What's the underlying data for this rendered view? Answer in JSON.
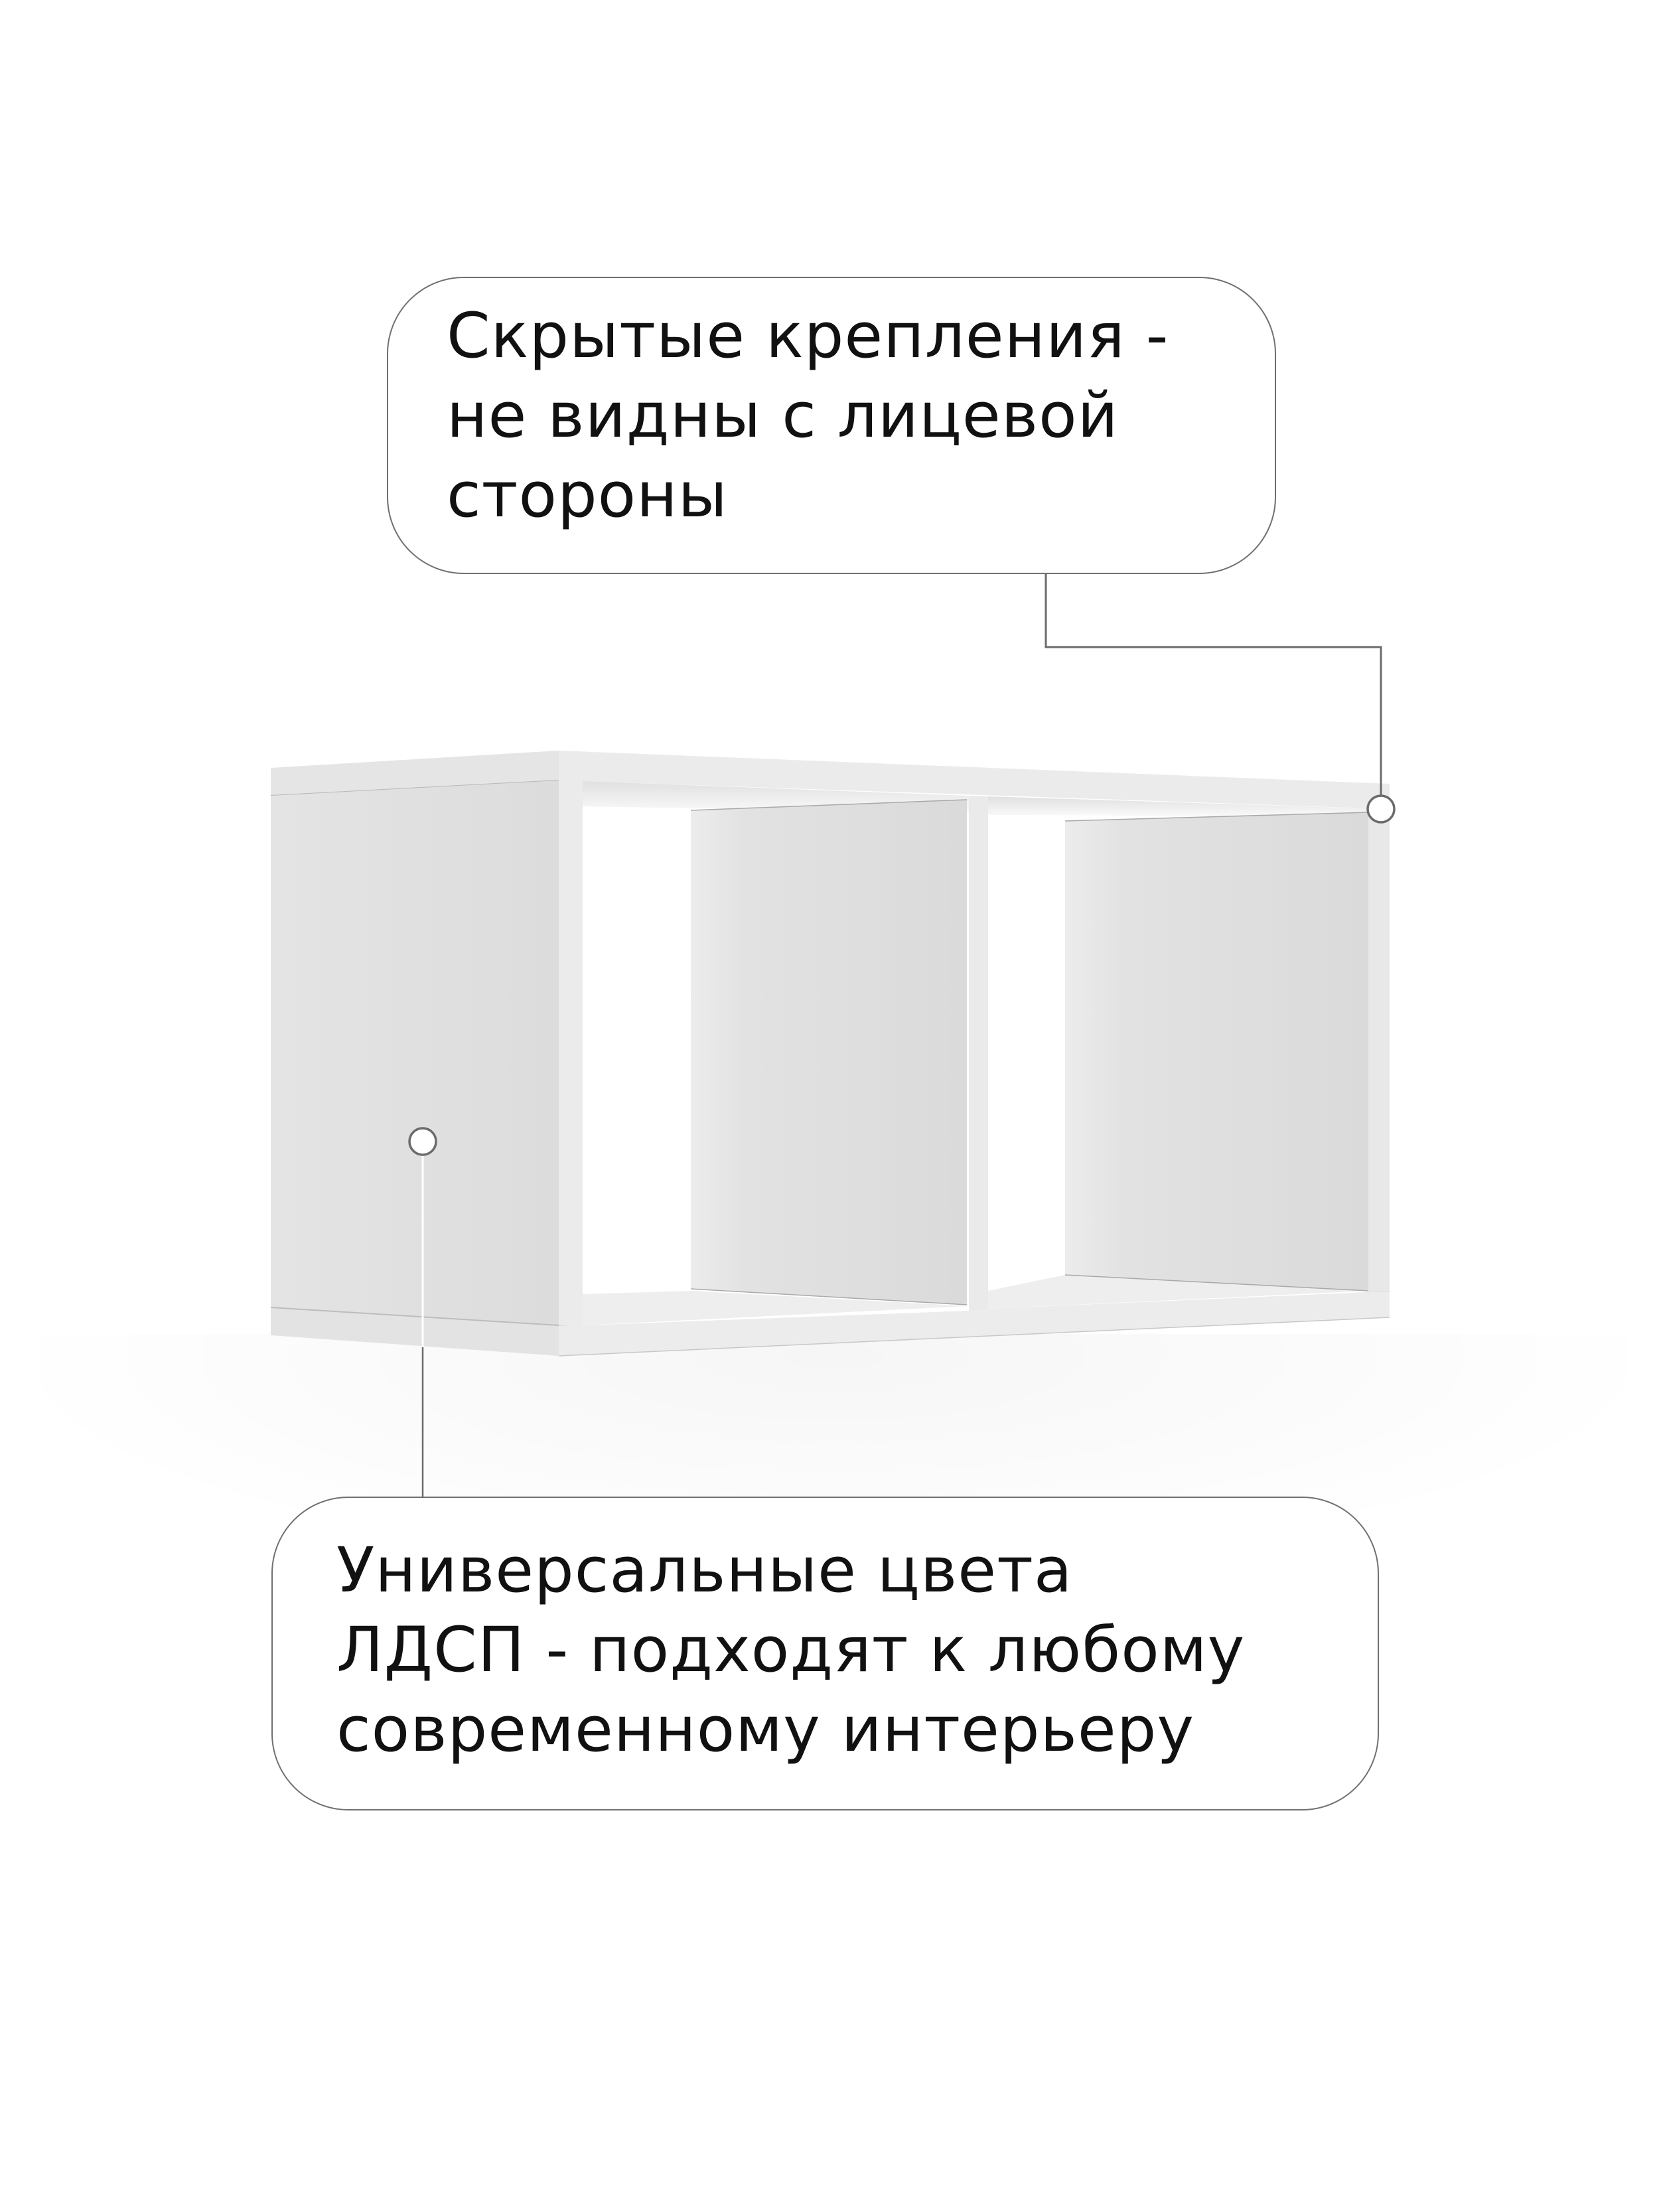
{
  "product": {
    "name": "wall-shelf-two-compartments",
    "color": "#e6e6e6"
  },
  "callouts": [
    {
      "id": "hidden-fasteners",
      "lines": [
        "Скрытые крепления -",
        "не видны с лицевой",
        "стороны"
      ]
    },
    {
      "id": "universal-colors",
      "lines": [
        "Универсальные цвета",
        "ЛДСП - подходят к любому",
        "современному интерьеру"
      ]
    }
  ],
  "markers": [
    {
      "id": "marker-top-right-corner",
      "icon": "callout-dot-icon"
    },
    {
      "id": "marker-left-side-panel",
      "icon": "callout-dot-icon"
    }
  ],
  "colors": {
    "text": "#111111",
    "stroke": "#707070",
    "background": "#ffffff"
  }
}
